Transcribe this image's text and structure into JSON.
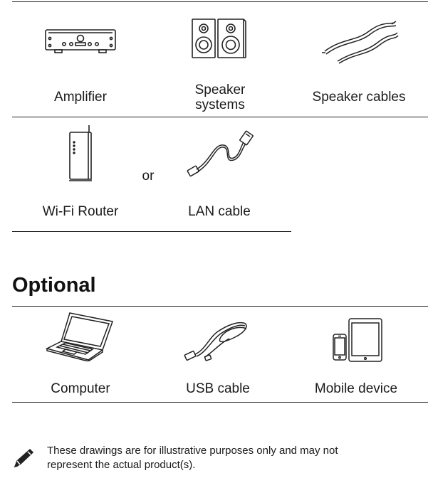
{
  "section_required": {
    "items": [
      {
        "label": "Amplifier",
        "icon": "amplifier-icon"
      },
      {
        "label_line1": "Speaker",
        "label_line2": "systems",
        "icon": "speakers-icon"
      },
      {
        "label": "Speaker cables",
        "icon": "speaker-cables-icon"
      },
      {
        "label": "Wi-Fi Router",
        "icon": "wifi-router-icon"
      },
      {
        "label": "LAN cable",
        "icon": "lan-cable-icon"
      }
    ],
    "or_text": "or"
  },
  "section_optional": {
    "heading": "Optional",
    "items": [
      {
        "label": "Computer",
        "icon": "laptop-icon"
      },
      {
        "label": "USB cable",
        "icon": "usb-cable-icon"
      },
      {
        "label": "Mobile device",
        "icon": "mobile-device-icon"
      }
    ]
  },
  "footnote": {
    "icon": "pencil-icon",
    "text": "These drawings are for illustrative purposes only and may not represent the actual product(s)."
  }
}
